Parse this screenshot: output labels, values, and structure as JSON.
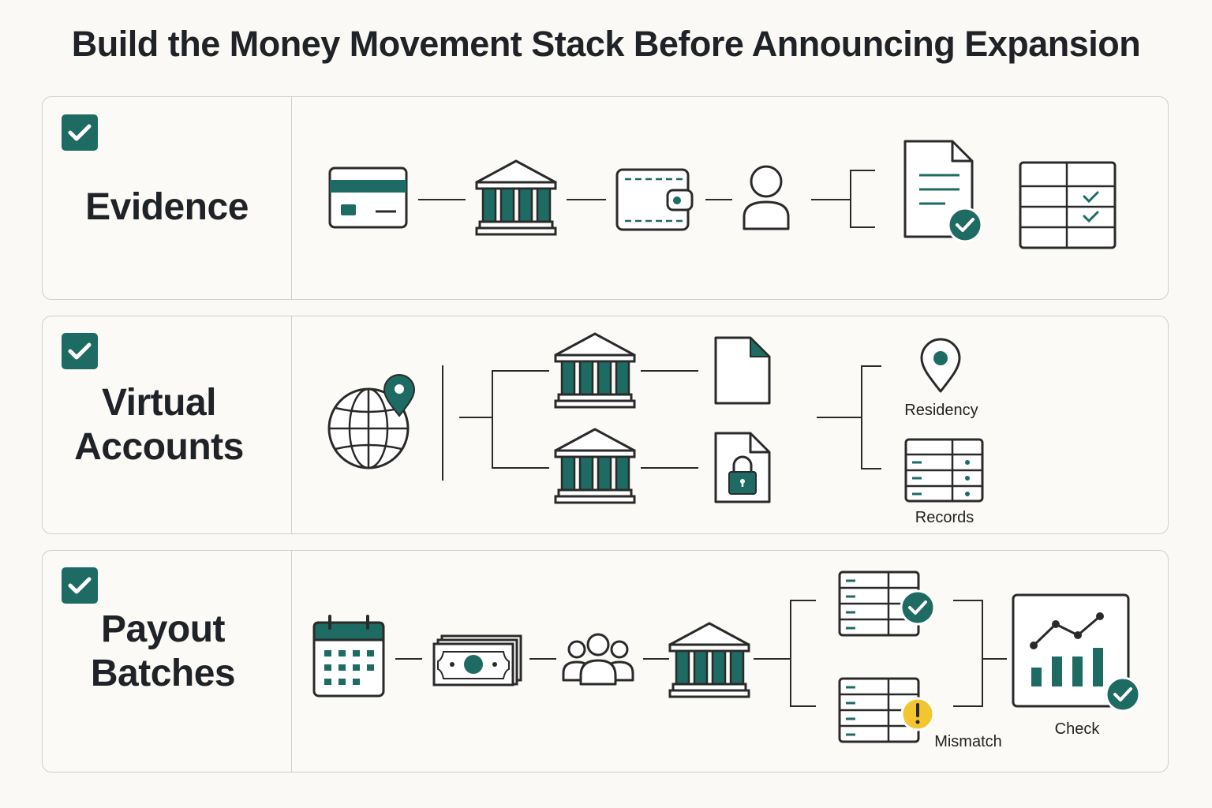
{
  "title": "Build the Money Movement Stack Before Announcing Expansion",
  "panels": [
    {
      "label": "Evidence",
      "checked": true
    },
    {
      "label_line1": "Virtual",
      "label_line2": "Accounts",
      "checked": true,
      "captions": {
        "residency": "Residency",
        "records": "Records"
      }
    },
    {
      "label_line1": "Payout",
      "label_line2": "Batches",
      "checked": true,
      "captions": {
        "mismatch": "Mismatch",
        "check": "Check"
      }
    }
  ],
  "colors": {
    "accent": "#1d6b62",
    "warning": "#f3c530",
    "stroke": "#2a2a2a"
  }
}
